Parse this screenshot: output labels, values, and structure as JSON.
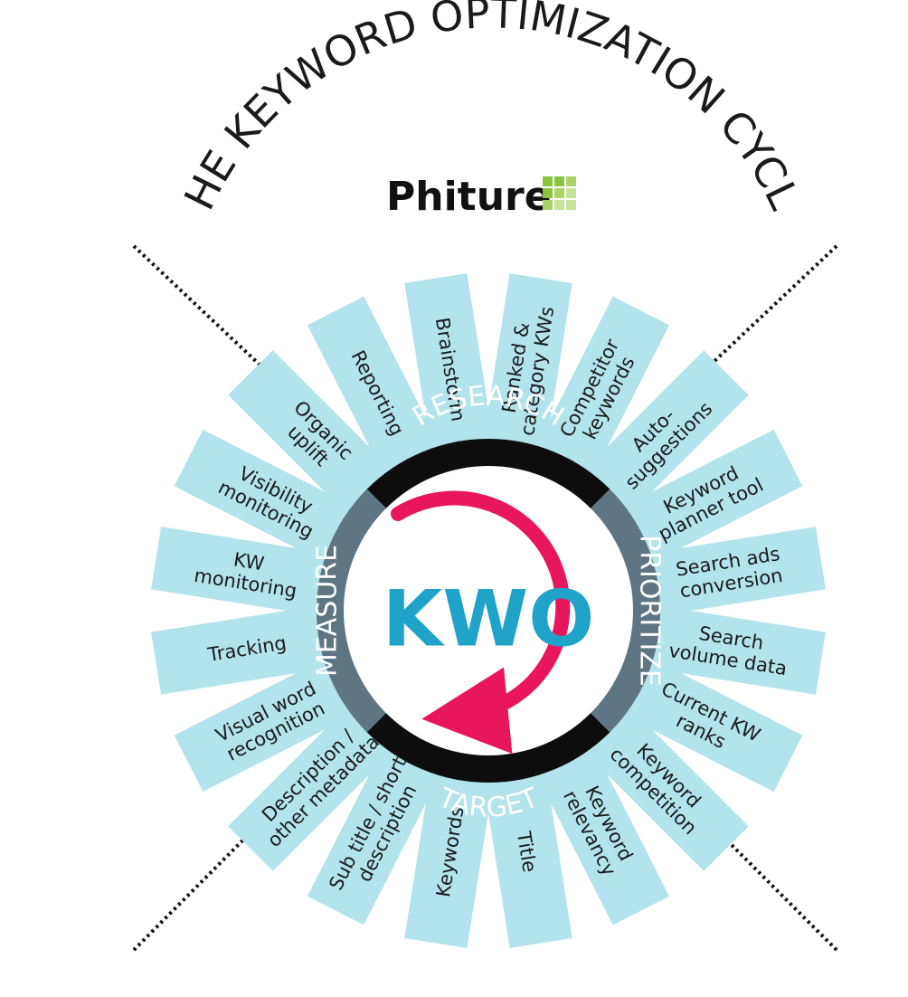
{
  "title": "THE KEYWORD OPTIMIZATION CYCLE",
  "brand": {
    "name": "Phiture",
    "logo": "phiture-grid-logo",
    "logo_colors": [
      "#8bc53f",
      "#a8d468",
      "#c6e39b",
      "#e3f1cf"
    ]
  },
  "center": {
    "label": "KWO",
    "color": "#1fa3c9",
    "arrow_color": "#e8175d",
    "arrow_icon": "circular-arrow-icon"
  },
  "colors": {
    "spoke": "#b3e3ec",
    "ring_black": "#0d0d0d",
    "ring_gray": "#5e7683",
    "text": "#1a1a1a"
  },
  "stages": [
    {
      "id": "research",
      "label": "RESEARCH"
    },
    {
      "id": "prioritize",
      "label": "PRIORITIZE"
    },
    {
      "id": "target",
      "label": "TARGET"
    },
    {
      "id": "measure",
      "label": "MEASURE"
    }
  ],
  "spokes": [
    {
      "id": "brainstorm",
      "lines": [
        "Brainstorm"
      ]
    },
    {
      "id": "ranked-category",
      "lines": [
        "Ranked &",
        "category KWs"
      ]
    },
    {
      "id": "competitor-keywords",
      "lines": [
        "Competitor",
        "keywords"
      ]
    },
    {
      "id": "auto-suggestions",
      "lines": [
        "Auto-",
        "suggestions"
      ]
    },
    {
      "id": "keyword-planner",
      "lines": [
        "Keyword",
        "planner tool"
      ]
    },
    {
      "id": "search-ads-conversion",
      "lines": [
        "Search ads",
        "conversion"
      ]
    },
    {
      "id": "search-volume",
      "lines": [
        "Search",
        "volume data"
      ]
    },
    {
      "id": "current-kw-ranks",
      "lines": [
        "Current KW",
        "ranks"
      ]
    },
    {
      "id": "keyword-competition",
      "lines": [
        "Keyword",
        "competition"
      ]
    },
    {
      "id": "keyword-relevancy",
      "lines": [
        "Keyword",
        "relevancy"
      ]
    },
    {
      "id": "title",
      "lines": [
        "Title"
      ]
    },
    {
      "id": "keywords",
      "lines": [
        "Keywords"
      ]
    },
    {
      "id": "subtitle",
      "lines": [
        "Sub title / short",
        "description"
      ]
    },
    {
      "id": "description",
      "lines": [
        "Description /",
        "other metadata"
      ]
    },
    {
      "id": "visual-word",
      "lines": [
        "Visual word",
        "recognition"
      ]
    },
    {
      "id": "tracking",
      "lines": [
        "Tracking"
      ]
    },
    {
      "id": "kw-monitoring",
      "lines": [
        "KW",
        "monitoring"
      ]
    },
    {
      "id": "visibility-monitoring",
      "lines": [
        "Visibility",
        "monitoring"
      ]
    },
    {
      "id": "organic-uplift",
      "lines": [
        "Organic",
        "uplift"
      ]
    },
    {
      "id": "reporting",
      "lines": [
        "Reporting"
      ]
    }
  ]
}
